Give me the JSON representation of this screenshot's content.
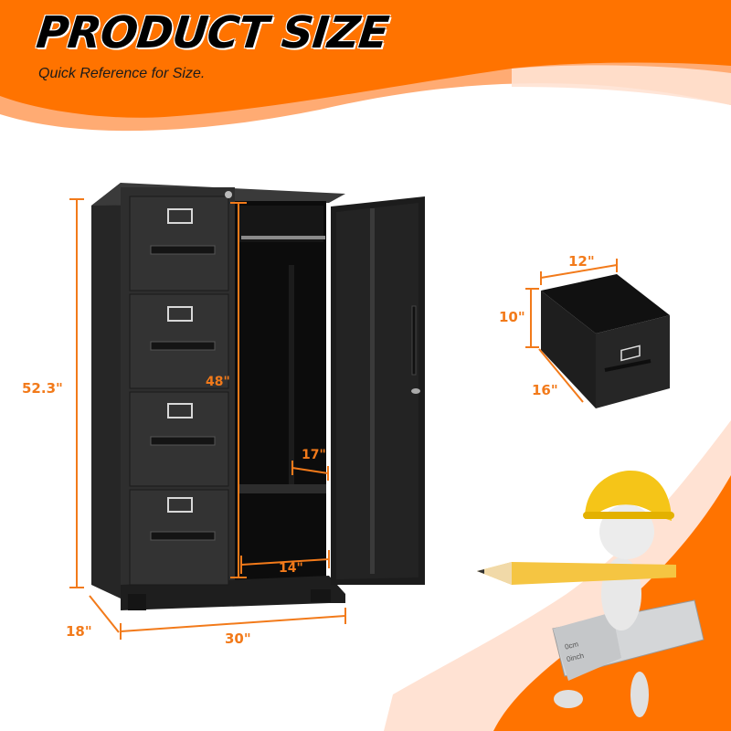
{
  "header": {
    "title": "PRODUCT SIZE",
    "subtitle": "Quick Reference for Size."
  },
  "colors": {
    "accent_orange": "#ff7300",
    "light_orange": "#ffab73",
    "pale_orange": "#ffe2d3",
    "dimension_orange": "#f27a1a",
    "cabinet_black": "#2a2a2a"
  },
  "cabinet": {
    "drawer_count": 4,
    "dimensions": {
      "height": "52.3\"",
      "depth": "18\"",
      "width": "30\"",
      "interior_height": "48\"",
      "shelf_depth": "17\"",
      "interior_width": "14\""
    }
  },
  "drawer": {
    "dimensions": {
      "width": "12\"",
      "height": "10\"",
      "depth": "16\""
    }
  },
  "mascot": {
    "description": "3D figure with yellow hard hat carrying pencil and ruler",
    "ruler_labels": [
      "0cm",
      "0inch"
    ]
  }
}
